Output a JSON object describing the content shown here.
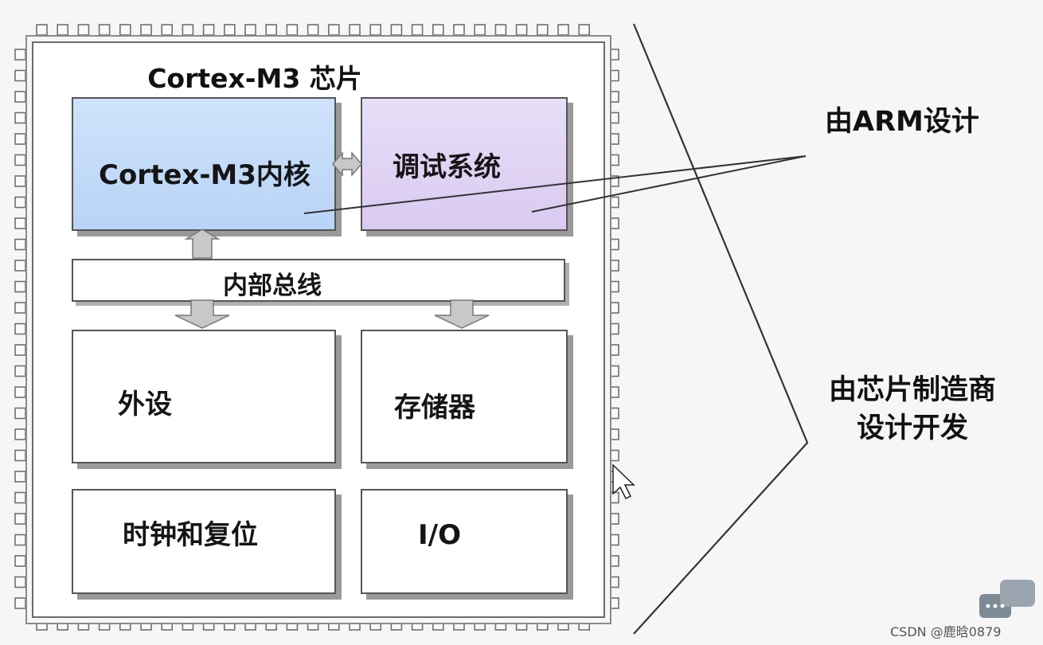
{
  "chip": {
    "title": "Cortex-M3 芯片",
    "core": "Cortex-M3内核",
    "debug": "调试系统",
    "bus": "内部总线",
    "peripherals": "外设",
    "memory": "存储器",
    "clock_reset": "时钟和复位",
    "io": "I/O"
  },
  "notes": {
    "arm": "由ARM设计",
    "vendor_line1": "由芯片制造商",
    "vendor_line2": "设计开发"
  },
  "watermark": "CSDN @鹿晗0879",
  "colors": {
    "core_fill": "#c4dbf9",
    "debug_fill": "#dfd2f4",
    "outline": "#555555",
    "arrow_fill": "#c8c8c8"
  }
}
